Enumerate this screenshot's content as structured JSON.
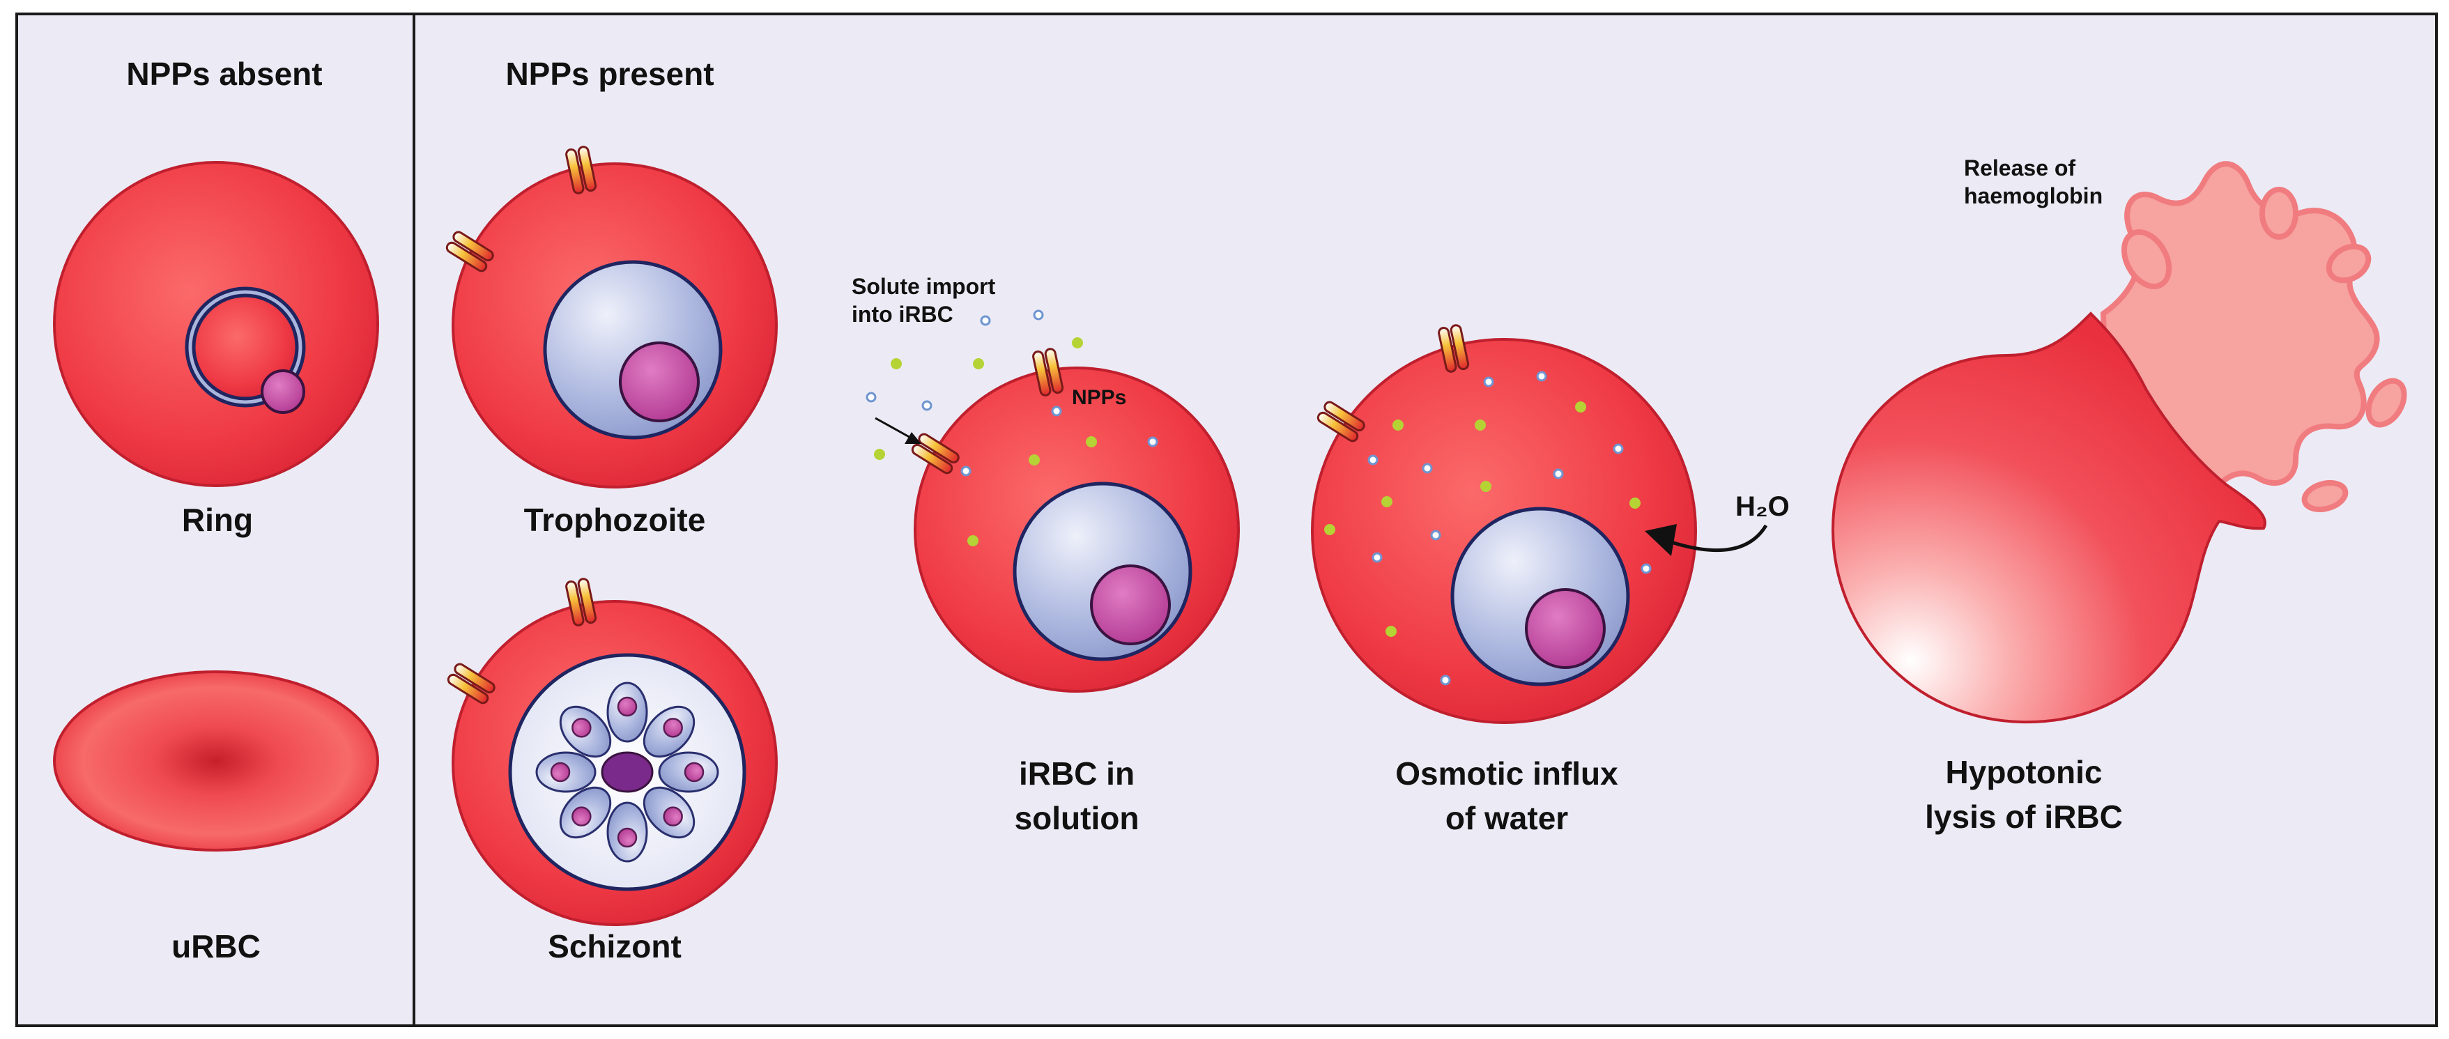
{
  "panels": {
    "absent_title": "NPPs absent",
    "present_title": "NPPs present"
  },
  "cells": {
    "ring": "Ring",
    "urbc": "uRBC",
    "trophozoite": "Trophozoite",
    "schizont": "Schizont"
  },
  "steps": {
    "solution_line1": "iRBC in",
    "solution_line2": "solution",
    "influx_line1": "Osmotic influx",
    "influx_line2": "of water",
    "lysis_line1": "Hypotonic",
    "lysis_line2": "lysis of iRBC"
  },
  "annotations": {
    "solute_line1": "Solute import",
    "solute_line2": "into iRBC",
    "npps": "NPPs",
    "water": "H₂O",
    "release_line1": "Release of",
    "release_line2": "haemoglobin"
  },
  "colors": {
    "background": "#ecebf5",
    "rbc_red": "#ef3e4a",
    "parasite_blue": "#a9b5dc",
    "nucleus_pink": "#c04aa0",
    "solute_green": "#b5d334",
    "solute_blue": "#8aa8d8",
    "haemoglobin_pink": "#f7a3a0"
  }
}
